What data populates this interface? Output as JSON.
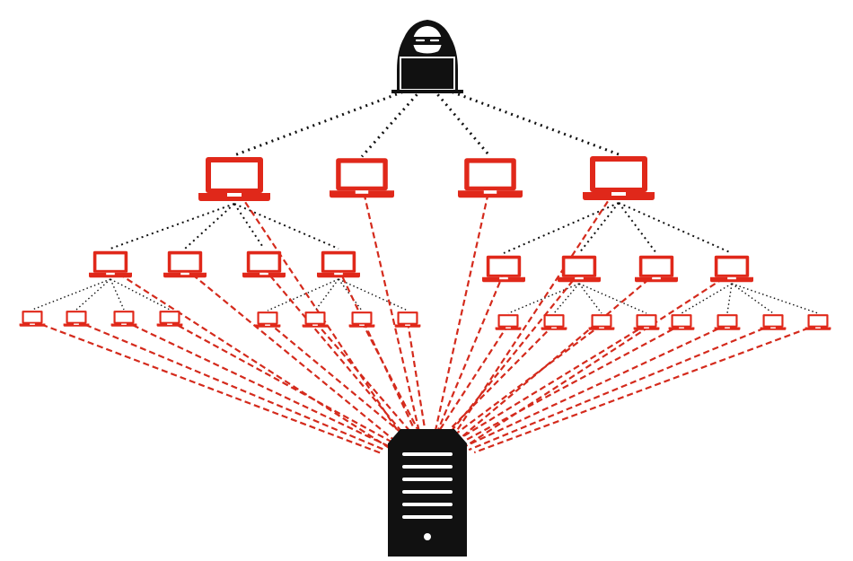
{
  "diagram": {
    "type": "botnet-ddos",
    "colors": {
      "bot": "#e0281a",
      "attack_link": "#d42a1c",
      "command_link": "#111111",
      "attacker": "#111111",
      "server": "#111111",
      "background": "#ffffff"
    },
    "icons": {
      "attacker": "hacker-icon",
      "bot": "laptop-icon",
      "target": "server-icon"
    },
    "counts": {
      "tier1_bots": 4,
      "tier2_bots": 8,
      "tier3_bots": 16
    }
  }
}
